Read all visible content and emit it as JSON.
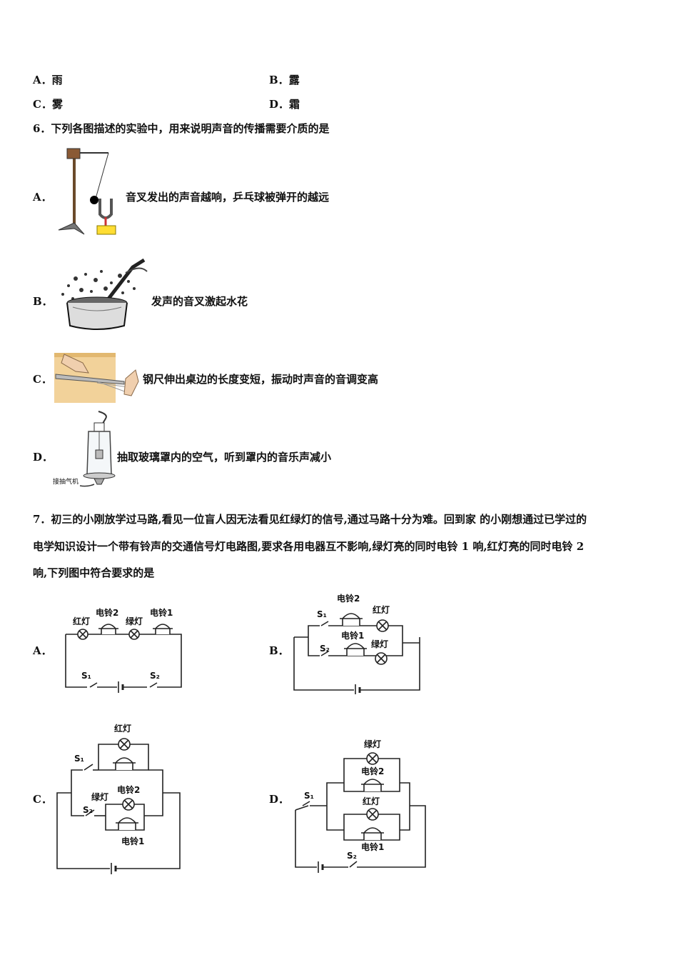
{
  "q5": {
    "options": [
      {
        "letter": "A．",
        "text": "雨"
      },
      {
        "letter": "B．",
        "text": "露"
      },
      {
        "letter": "C．",
        "text": "雾"
      },
      {
        "letter": "D．",
        "text": "霜"
      }
    ]
  },
  "q6": {
    "stem": "6．下列各图描述的实验中，用来说明声音的传播需要介质的是",
    "options": [
      {
        "letter": "A．",
        "text": "音叉发出的声音越响，乒乓球被弹开的越远",
        "figure": "tuning-fork-pingpong"
      },
      {
        "letter": "B．",
        "text": "发声的音叉激起水花",
        "figure": "tuning-fork-water-splash"
      },
      {
        "letter": "C．",
        "text": "钢尺伸出桌边的长度变短，振动时声音的音调变高",
        "figure": "steel-ruler-on-table"
      },
      {
        "letter": "D．",
        "text": "抽取玻璃罩内的空气，听到罩内的音乐声减小",
        "figure": "bell-jar",
        "figure_label": "接抽气机"
      }
    ]
  },
  "q7": {
    "stem_lines": [
      "7．初三的小刚放学过马路,看见一位盲人因无法看见红绿灯的信号,通过马路十分为难。回到家 的小刚想通过已学过的",
      "电学知识设计一个带有铃声的交通信号灯电路图,要求各用电器互不影响,绿灯亮的同时电铃 1 响,红灯亮的同时电铃 2",
      "响,下列图中符合要求的是"
    ],
    "options": [
      {
        "letter": "A．",
        "labels": {
          "red": "红灯",
          "bell2": "电铃2",
          "green": "绿灯",
          "bell1": "电铃1",
          "s1": "S₁",
          "s2": "S₂"
        }
      },
      {
        "letter": "B．",
        "labels": {
          "bell2": "电铃2",
          "red": "红灯",
          "bell1": "电铃1",
          "green": "绿灯",
          "s1": "S₁",
          "s2": "S₂"
        }
      },
      {
        "letter": "C．",
        "labels": {
          "red": "红灯",
          "green": "绿灯",
          "bell2": "电铃2",
          "bell1": "电铃1",
          "s1": "S₁",
          "s2": "S₂"
        }
      },
      {
        "letter": "D．",
        "labels": {
          "green": "绿灯",
          "bell2": "电铃2",
          "red": "红灯",
          "bell1": "电铃1",
          "s1": "S₁",
          "s2": "S₂"
        }
      }
    ]
  }
}
